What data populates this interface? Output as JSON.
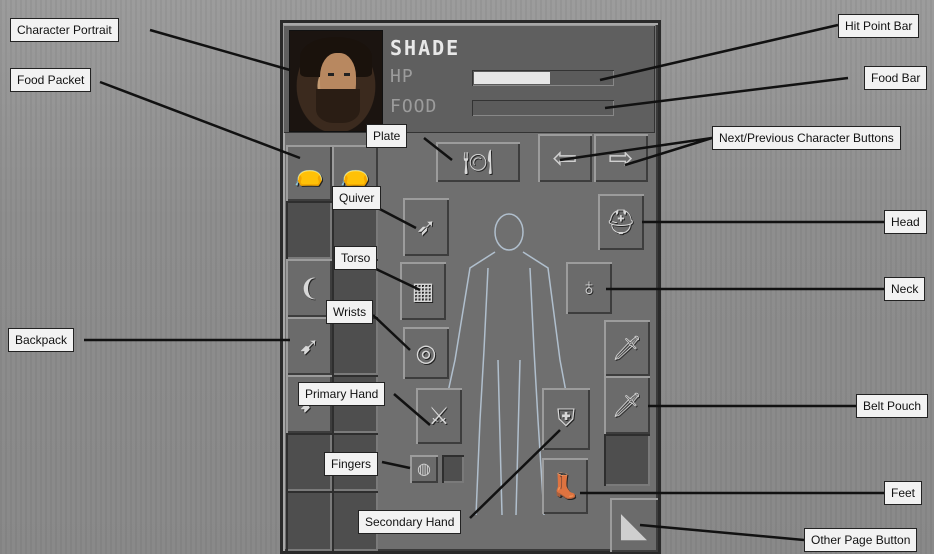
{
  "character": {
    "name": "SHADE",
    "hp_label": "HP",
    "food_label": "FOOD",
    "hp_fraction": 0.55,
    "food_fraction": 0.0
  },
  "callouts": {
    "character_portrait": "Character Portrait",
    "food_packet": "Food Packet",
    "plate": "Plate",
    "quiver": "Quiver",
    "torso": "Torso",
    "wrists": "Wrists",
    "backpack": "Backpack",
    "primary_hand": "Primary Hand",
    "fingers": "Fingers",
    "secondary_hand": "Secondary Hand",
    "hit_point_bar": "Hit Point Bar",
    "food_bar": "Food Bar",
    "next_prev_buttons": "Next/Previous Character Buttons",
    "head": "Head",
    "neck": "Neck",
    "belt_pouch": "Belt Pouch",
    "feet": "Feet",
    "other_page_button": "Other Page Button"
  },
  "icons": {
    "plate": "🍽",
    "prev": "⇦",
    "next": "⇨",
    "food_packet": "👝",
    "quiver": "➶",
    "head": "⛑",
    "torso": "▦",
    "neck": "♁",
    "wrists": "◎",
    "primary_hand": "⚔",
    "secondary_hand": "⛨",
    "dagger": "🗡",
    "feet": "👢",
    "ring": "◍",
    "bow": "❨",
    "arrow": "➹",
    "page": "◣"
  }
}
